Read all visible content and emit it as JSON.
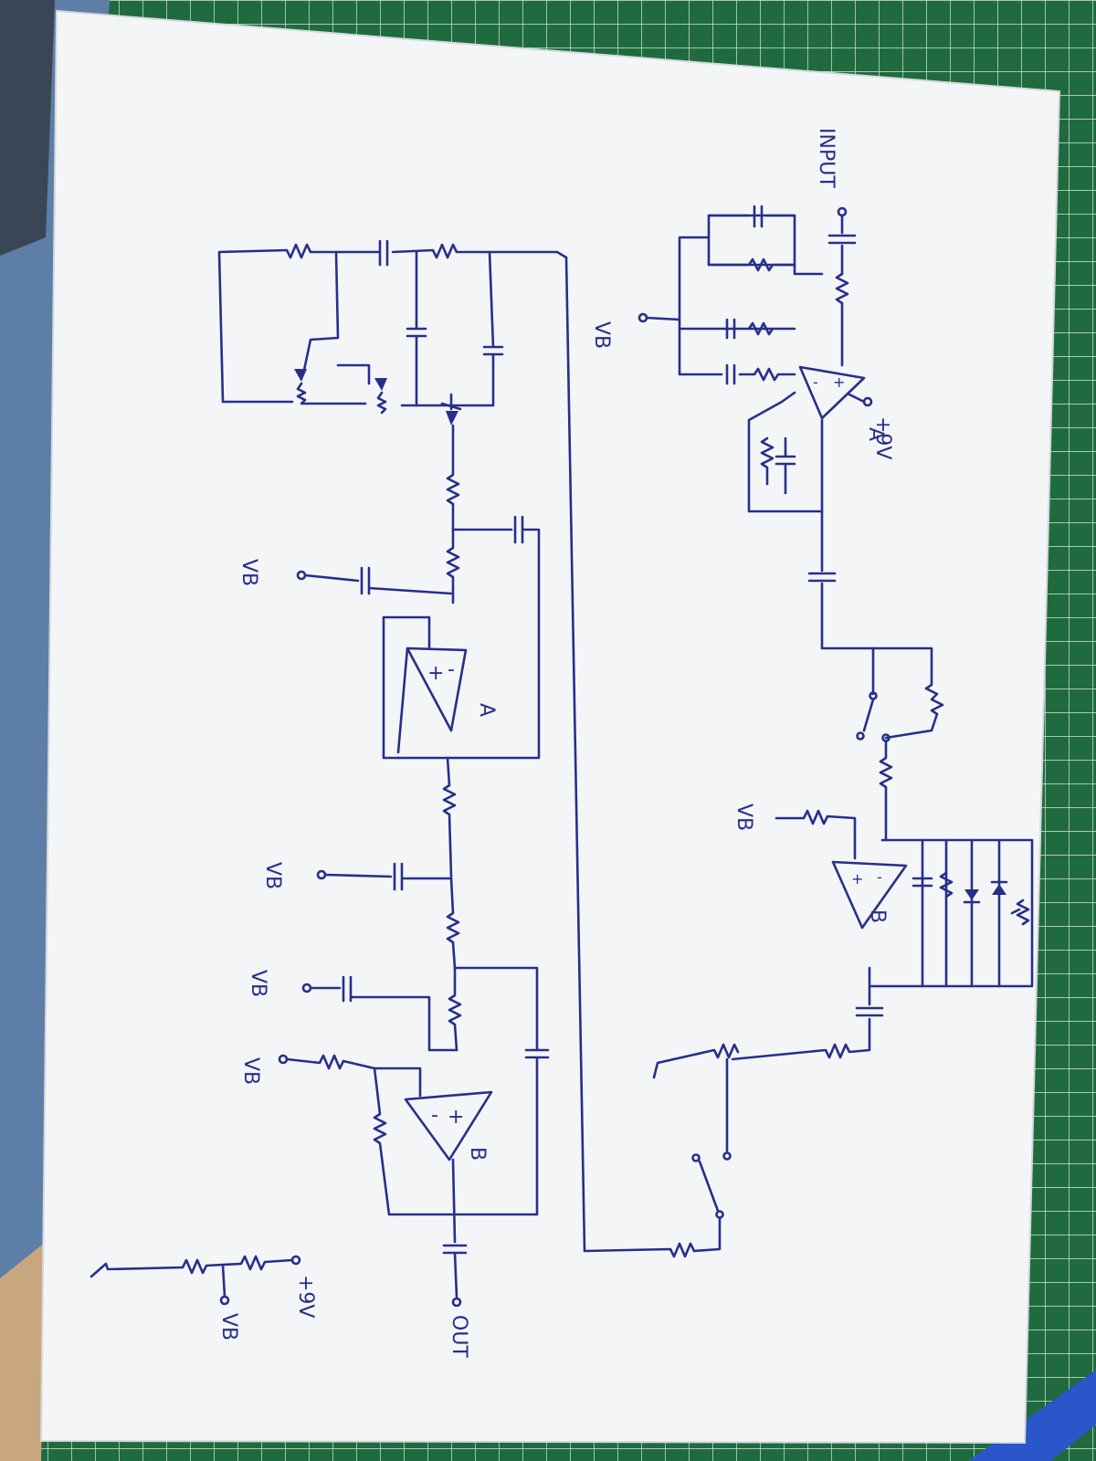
{
  "labels": {
    "input": "INPUT",
    "vb": "VB",
    "plus9v": "+9V",
    "op_a": "A",
    "op_b": "B",
    "out": "OUT",
    "plus": "+",
    "minus": "-"
  },
  "colors": {
    "ink": "#26308a",
    "paper": "#f4f5f7",
    "cutting_mat": "#1f6b3f",
    "mat_grid": "#d8e6d8",
    "denim": "#5d7ea6"
  }
}
